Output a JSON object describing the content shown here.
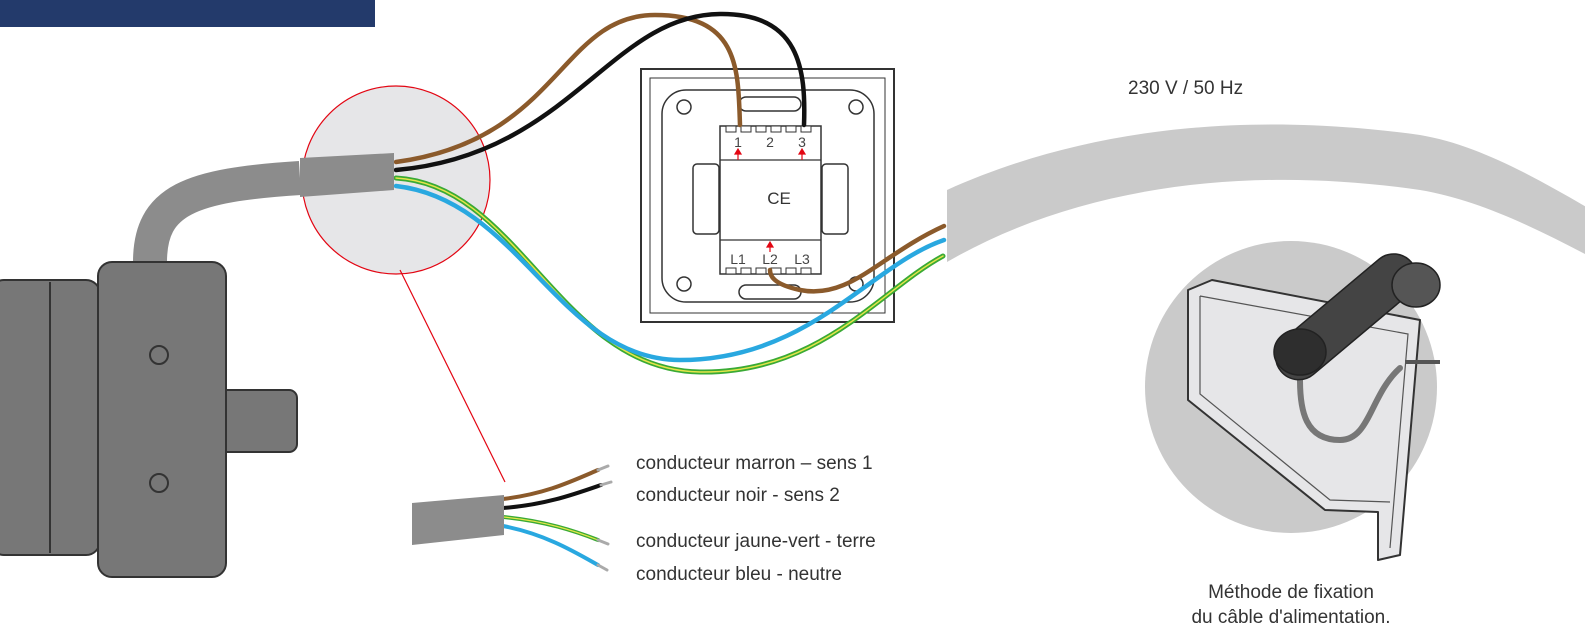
{
  "supply_label": "230 V / 50 Hz",
  "switch": {
    "top_terminals": [
      "1",
      "2",
      "3"
    ],
    "bottom_terminals": [
      "L1",
      "L2",
      "L3"
    ],
    "ce_mark": "CE"
  },
  "legend": [
    {
      "color": "#8B5A2B",
      "text": "conducteur marron – sens 1"
    },
    {
      "color": "#111111",
      "text": "conducteur noir - sens 2"
    },
    {
      "color": "#3AAA35",
      "text": "conducteur jaune-vert -  terre"
    },
    {
      "color": "#29A8E0",
      "text": "conducteur bleu - neutre"
    }
  ],
  "caption": [
    "Méthode de fixation",
    "du câble d'alimentation."
  ],
  "colors": {
    "brown": "#8B5A2B",
    "black": "#111111",
    "green": "#3AAA35",
    "yellow": "#E5E54A",
    "blue": "#29A8E0",
    "cable_gray": "#8C8C8C",
    "motor_gray": "#777777",
    "header_navy": "#233A6B",
    "highlight_red": "#E30613"
  }
}
